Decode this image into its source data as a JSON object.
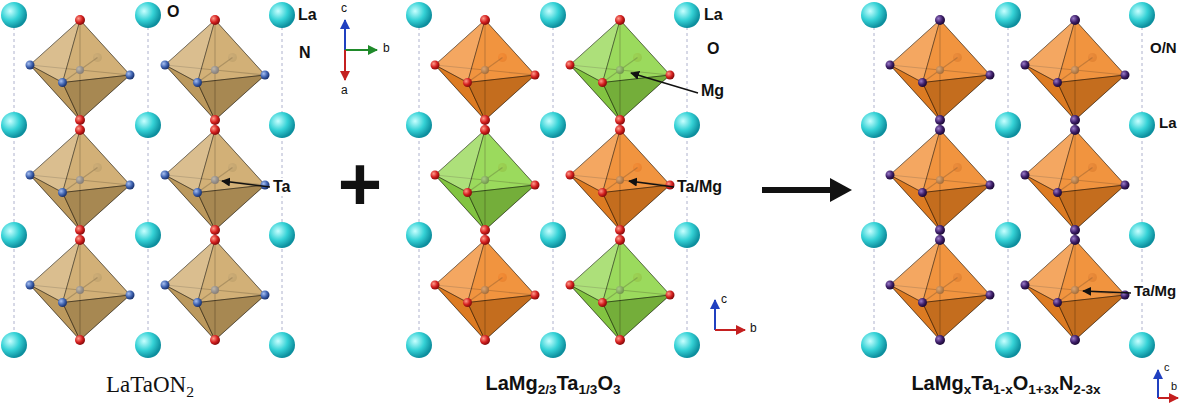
{
  "diagram": {
    "labels": [
      "O",
      "La",
      "N",
      "Ta",
      "c",
      "b",
      "a",
      "+",
      "LaTaON2",
      "La",
      "O",
      "Mg",
      "Ta/Mg",
      "c",
      "b",
      "LaMg2/3Ta1/3O3",
      "O/N",
      "La",
      "Ta/Mg",
      "c",
      "b",
      "LaMgxTa1-xO1+3xN2-3x"
    ]
  }
}
